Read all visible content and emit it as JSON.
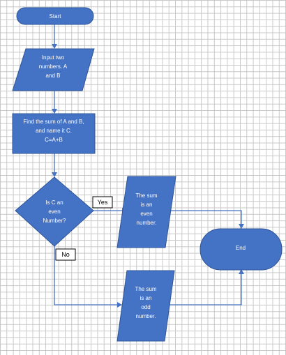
{
  "colors": {
    "shape_fill": "#4472C4",
    "shape_stroke": "#2F5597",
    "connector": "#4472C4",
    "label_box_border": "#000000"
  },
  "nodes": {
    "start": "Start",
    "input": [
      "Input two",
      "numbers. A",
      "and B"
    ],
    "process": [
      "Find the sum of A and B,",
      "and name it C.",
      "C=A+B"
    ],
    "decision": [
      "Is C an",
      "even",
      "Number?"
    ],
    "even_output": [
      "The sum",
      "is an",
      "even",
      "number."
    ],
    "odd_output": [
      "The sum",
      "is an",
      "odd",
      "number."
    ],
    "end": "End"
  },
  "labels": {
    "yes": "Yes",
    "no": "No"
  }
}
